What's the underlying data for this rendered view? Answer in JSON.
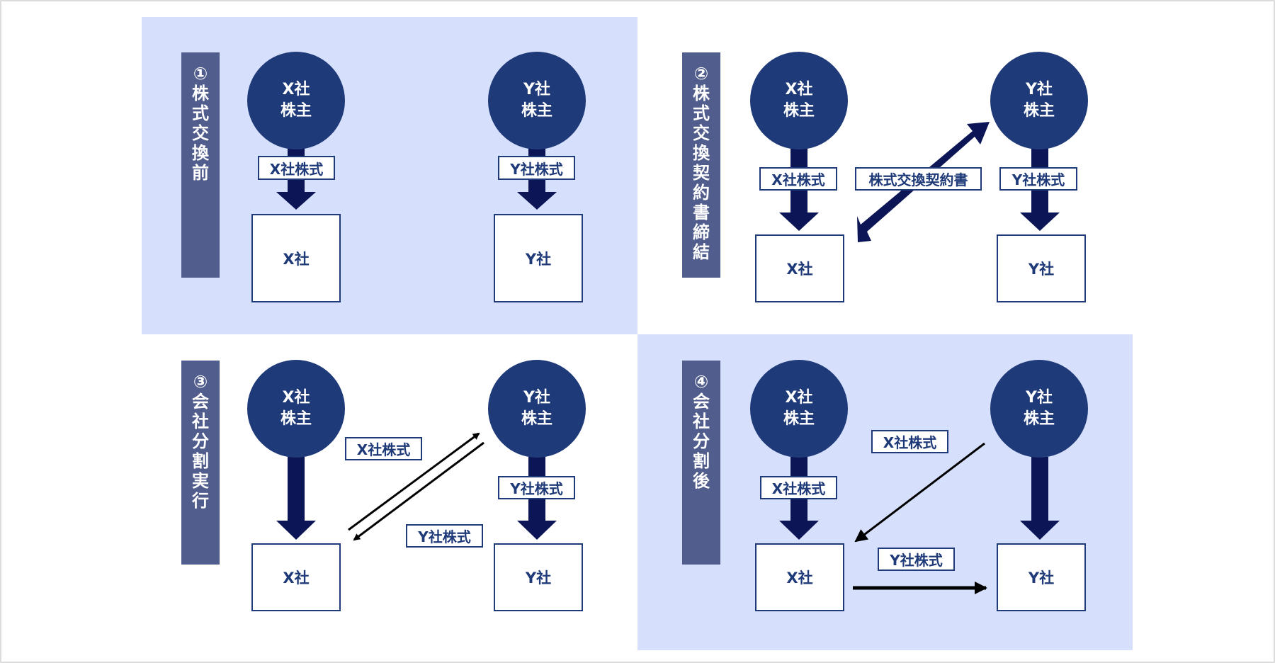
{
  "colors": {
    "panel_bg": "#d6dffc",
    "label_bar": "#515d8c",
    "shareholder": "#1f3a78",
    "arrow": "#0c1656",
    "thin_arrow": "#000000"
  },
  "panels": [
    {
      "title": [
        "①",
        "株",
        "式",
        "交",
        "換",
        "前"
      ],
      "x_holder": [
        "X社",
        "株主"
      ],
      "y_holder": [
        "Y社",
        "株主"
      ],
      "x_company": "X社",
      "y_company": "Y社",
      "tags": {
        "x_stock": "X社株式",
        "y_stock": "Y社株式"
      }
    },
    {
      "title": [
        "②",
        "株",
        "式",
        "交",
        "換",
        "契",
        "約",
        "書",
        "締",
        "結"
      ],
      "x_holder": [
        "X社",
        "株主"
      ],
      "y_holder": [
        "Y社",
        "株主"
      ],
      "x_company": "X社",
      "y_company": "Y社",
      "tags": {
        "x_stock": "X社株式",
        "y_stock": "Y社株式",
        "contract": "株式交換契約書"
      }
    },
    {
      "title": [
        "③",
        "会",
        "社",
        "分",
        "割",
        "実",
        "行"
      ],
      "x_holder": [
        "X社",
        "株主"
      ],
      "y_holder": [
        "Y社",
        "株主"
      ],
      "x_company": "X社",
      "y_company": "Y社",
      "tags": {
        "x_stock": "X社株式",
        "y_stock_right": "Y社株式",
        "y_stock_mid": "Y社株式"
      }
    },
    {
      "title": [
        "④",
        "会",
        "社",
        "分",
        "割",
        "後"
      ],
      "x_holder": [
        "X社",
        "株主"
      ],
      "y_holder": [
        "Y社",
        "株主"
      ],
      "x_company": "X社",
      "y_company": "Y社",
      "tags": {
        "x_stock_mid": "X社株式",
        "x_stock_left": "X社株式",
        "y_stock": "Y社株式"
      }
    }
  ]
}
